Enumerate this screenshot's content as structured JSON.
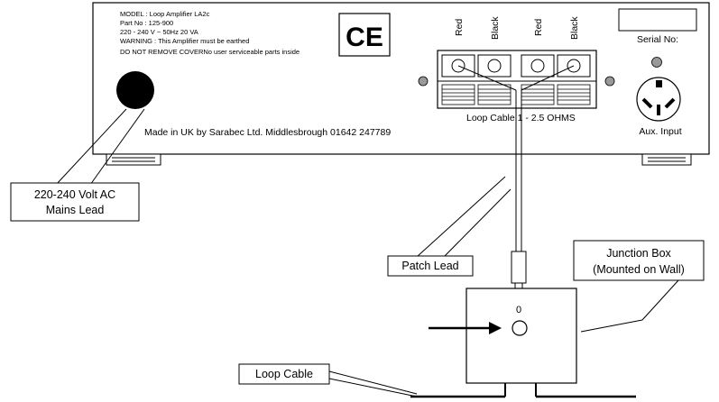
{
  "panel": {
    "model": "MODEL : Loop Amplifier LA2c",
    "part_no": "Part No : 125-900",
    "rating": "220 - 240 V ~ 50Hz 20 VA",
    "warning": "WARNING : This Amplifier must be earthed",
    "do_not_remove": "DO NOT REMOVE COVERNo user serviceable parts inside",
    "ce_mark": "CE",
    "made_in": "Made in UK by Sarabec Ltd. Middlesbrough 01642 247789",
    "serial_label": "Serial No:",
    "aux_label": "Aux. Input",
    "terminals": [
      "Red",
      "Black",
      "Red",
      "Black"
    ],
    "loop_cable_spec": "Loop Cable 1 - 2.5 OHMS"
  },
  "callouts": {
    "mains_line1": "220-240 Volt AC",
    "mains_line2": "Mains Lead",
    "patch_lead": "Patch Lead",
    "junction_line1": "Junction Box",
    "junction_line2": "(Mounted on Wall)",
    "loop_cable": "Loop Cable"
  },
  "junction_box": {
    "socket_label": "0"
  }
}
